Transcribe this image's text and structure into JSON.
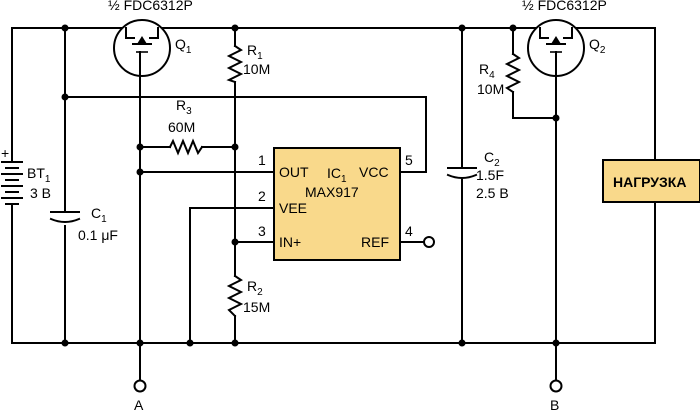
{
  "title": "",
  "components": {
    "q1": {
      "part": "½ FDC6312P",
      "ref": "Q",
      "ref_sub": "1"
    },
    "q2": {
      "part": "½ FDC6312P",
      "ref": "Q",
      "ref_sub": "2"
    },
    "r1": {
      "ref": "R",
      "ref_sub": "1",
      "value": "10M"
    },
    "r2": {
      "ref": "R",
      "ref_sub": "2",
      "value": "15M"
    },
    "r3": {
      "ref": "R",
      "ref_sub": "3",
      "value": "60M"
    },
    "r4": {
      "ref": "R",
      "ref_sub": "4",
      "value": "10M"
    },
    "c1": {
      "ref": "C",
      "ref_sub": "1",
      "value": "0.1 μF"
    },
    "c2": {
      "ref": "C",
      "ref_sub": "2",
      "value1": "1.5F",
      "value2": "2.5 B"
    },
    "bt1": {
      "ref": "BT",
      "ref_sub": "1",
      "value": "3 B",
      "plus": "+"
    },
    "ic1": {
      "ref": "IC",
      "ref_sub": "1",
      "part": "MAX917",
      "pins": [
        {
          "num": "1",
          "name": "OUT"
        },
        {
          "num": "2",
          "name": "VEE"
        },
        {
          "num": "3",
          "name": "IN+"
        },
        {
          "num": "4",
          "name": "REF"
        },
        {
          "num": "5",
          "name": "VCC"
        }
      ]
    },
    "load": {
      "label": "НАГРУЗКА"
    }
  },
  "terminals": {
    "a": "A",
    "b": "B"
  },
  "colors": {
    "chip_fill": "#f9d98b",
    "wire": "#000000",
    "background": "#ffffff"
  }
}
